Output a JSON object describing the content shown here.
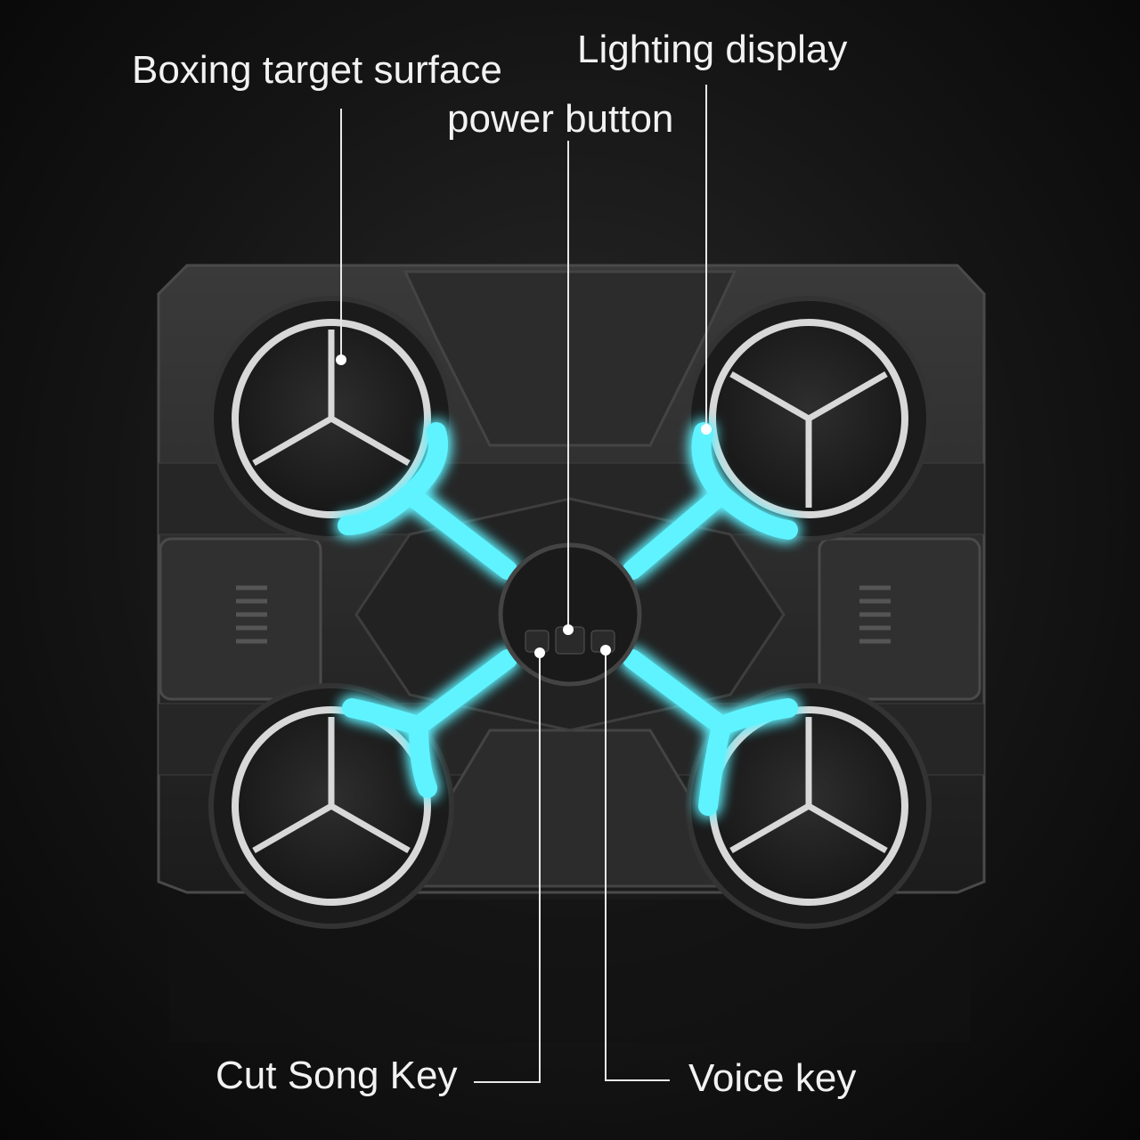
{
  "labels": {
    "boxing_target_surface": "Boxing target surface",
    "lighting_display": "Lighting display",
    "power_button": "power button",
    "cut_song_key": "Cut Song Key",
    "voice_key": "Voice key"
  },
  "colors": {
    "glow": "#5ff3ff",
    "body": "#2b2b2b",
    "ring": "#d8d8d8"
  }
}
